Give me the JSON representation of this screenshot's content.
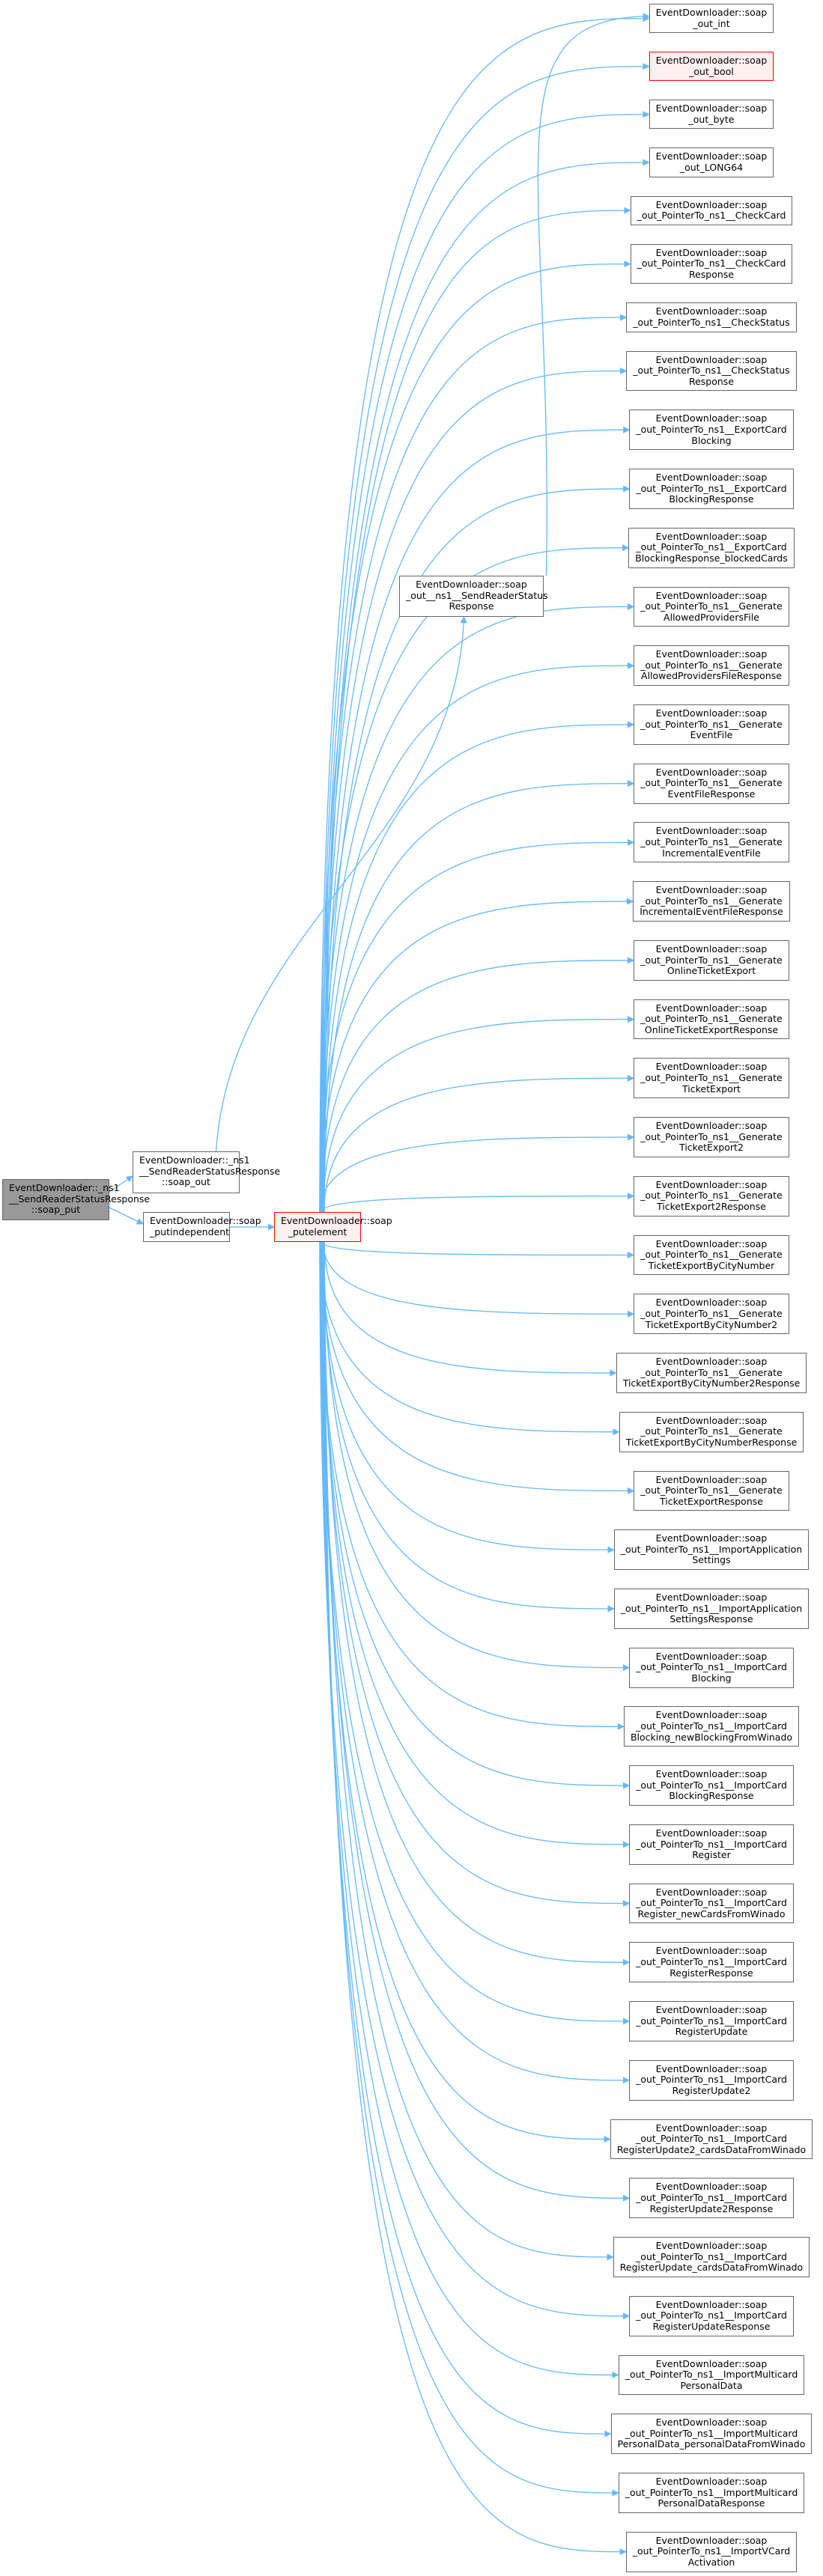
{
  "graph": {
    "root": "EventDownloader::_ns1\n__SendReaderStatusResponse\n::soap_put",
    "soap_out": "EventDownloader::_ns1\n__SendReaderStatusResponse\n::soap_out",
    "putindependent": "EventDownloader::soap\n_putindependent",
    "putelement": "EventDownloader::soap\n_putelement",
    "out_ns1": "EventDownloader::soap\n_out__ns1__SendReaderStatus\nResponse",
    "edge_color": "#63b8ff",
    "targets": [
      {
        "label": "EventDownloader::soap\n_out_int"
      },
      {
        "label": "EventDownloader::soap\n_out_bool",
        "highlight": true
      },
      {
        "label": "EventDownloader::soap\n_out_byte"
      },
      {
        "label": "EventDownloader::soap\n_out_LONG64"
      },
      {
        "label": "EventDownloader::soap\n_out_PointerTo_ns1__CheckCard"
      },
      {
        "label": "EventDownloader::soap\n_out_PointerTo_ns1__CheckCard\nResponse"
      },
      {
        "label": "EventDownloader::soap\n_out_PointerTo_ns1__CheckStatus"
      },
      {
        "label": "EventDownloader::soap\n_out_PointerTo_ns1__CheckStatus\nResponse"
      },
      {
        "label": "EventDownloader::soap\n_out_PointerTo_ns1__ExportCard\nBlocking"
      },
      {
        "label": "EventDownloader::soap\n_out_PointerTo_ns1__ExportCard\nBlockingResponse"
      },
      {
        "label": "EventDownloader::soap\n_out_PointerTo_ns1__ExportCard\nBlockingResponse_blockedCards"
      },
      {
        "label": "EventDownloader::soap\n_out_PointerTo_ns1__Generate\nAllowedProvidersFile"
      },
      {
        "label": "EventDownloader::soap\n_out_PointerTo_ns1__Generate\nAllowedProvidersFileResponse"
      },
      {
        "label": "EventDownloader::soap\n_out_PointerTo_ns1__Generate\nEventFile"
      },
      {
        "label": "EventDownloader::soap\n_out_PointerTo_ns1__Generate\nEventFileResponse"
      },
      {
        "label": "EventDownloader::soap\n_out_PointerTo_ns1__Generate\nIncrementalEventFile"
      },
      {
        "label": "EventDownloader::soap\n_out_PointerTo_ns1__Generate\nIncrementalEventFileResponse"
      },
      {
        "label": "EventDownloader::soap\n_out_PointerTo_ns1__Generate\nOnlineTicketExport"
      },
      {
        "label": "EventDownloader::soap\n_out_PointerTo_ns1__Generate\nOnlineTicketExportResponse"
      },
      {
        "label": "EventDownloader::soap\n_out_PointerTo_ns1__Generate\nTicketExport"
      },
      {
        "label": "EventDownloader::soap\n_out_PointerTo_ns1__Generate\nTicketExport2"
      },
      {
        "label": "EventDownloader::soap\n_out_PointerTo_ns1__Generate\nTicketExport2Response"
      },
      {
        "label": "EventDownloader::soap\n_out_PointerTo_ns1__Generate\nTicketExportByCityNumber"
      },
      {
        "label": "EventDownloader::soap\n_out_PointerTo_ns1__Generate\nTicketExportByCityNumber2"
      },
      {
        "label": "EventDownloader::soap\n_out_PointerTo_ns1__Generate\nTicketExportByCityNumber2Response"
      },
      {
        "label": "EventDownloader::soap\n_out_PointerTo_ns1__Generate\nTicketExportByCityNumberResponse"
      },
      {
        "label": "EventDownloader::soap\n_out_PointerTo_ns1__Generate\nTicketExportResponse"
      },
      {
        "label": "EventDownloader::soap\n_out_PointerTo_ns1__ImportApplication\nSettings"
      },
      {
        "label": "EventDownloader::soap\n_out_PointerTo_ns1__ImportApplication\nSettingsResponse"
      },
      {
        "label": "EventDownloader::soap\n_out_PointerTo_ns1__ImportCard\nBlocking"
      },
      {
        "label": "EventDownloader::soap\n_out_PointerTo_ns1__ImportCard\nBlocking_newBlockingFromWinado"
      },
      {
        "label": "EventDownloader::soap\n_out_PointerTo_ns1__ImportCard\nBlockingResponse"
      },
      {
        "label": "EventDownloader::soap\n_out_PointerTo_ns1__ImportCard\nRegister"
      },
      {
        "label": "EventDownloader::soap\n_out_PointerTo_ns1__ImportCard\nRegister_newCardsFromWinado"
      },
      {
        "label": "EventDownloader::soap\n_out_PointerTo_ns1__ImportCard\nRegisterResponse"
      },
      {
        "label": "EventDownloader::soap\n_out_PointerTo_ns1__ImportCard\nRegisterUpdate"
      },
      {
        "label": "EventDownloader::soap\n_out_PointerTo_ns1__ImportCard\nRegisterUpdate2"
      },
      {
        "label": "EventDownloader::soap\n_out_PointerTo_ns1__ImportCard\nRegisterUpdate2_cardsDataFromWinado"
      },
      {
        "label": "EventDownloader::soap\n_out_PointerTo_ns1__ImportCard\nRegisterUpdate2Response"
      },
      {
        "label": "EventDownloader::soap\n_out_PointerTo_ns1__ImportCard\nRegisterUpdate_cardsDataFromWinado"
      },
      {
        "label": "EventDownloader::soap\n_out_PointerTo_ns1__ImportCard\nRegisterUpdateResponse"
      },
      {
        "label": "EventDownloader::soap\n_out_PointerTo_ns1__ImportMulticard\nPersonalData"
      },
      {
        "label": "EventDownloader::soap\n_out_PointerTo_ns1__ImportMulticard\nPersonalData_personalDataFromWinado"
      },
      {
        "label": "EventDownloader::soap\n_out_PointerTo_ns1__ImportMulticard\nPersonalDataResponse"
      },
      {
        "label": "EventDownloader::soap\n_out_PointerTo_ns1__ImportVCard\nActivation"
      }
    ]
  }
}
